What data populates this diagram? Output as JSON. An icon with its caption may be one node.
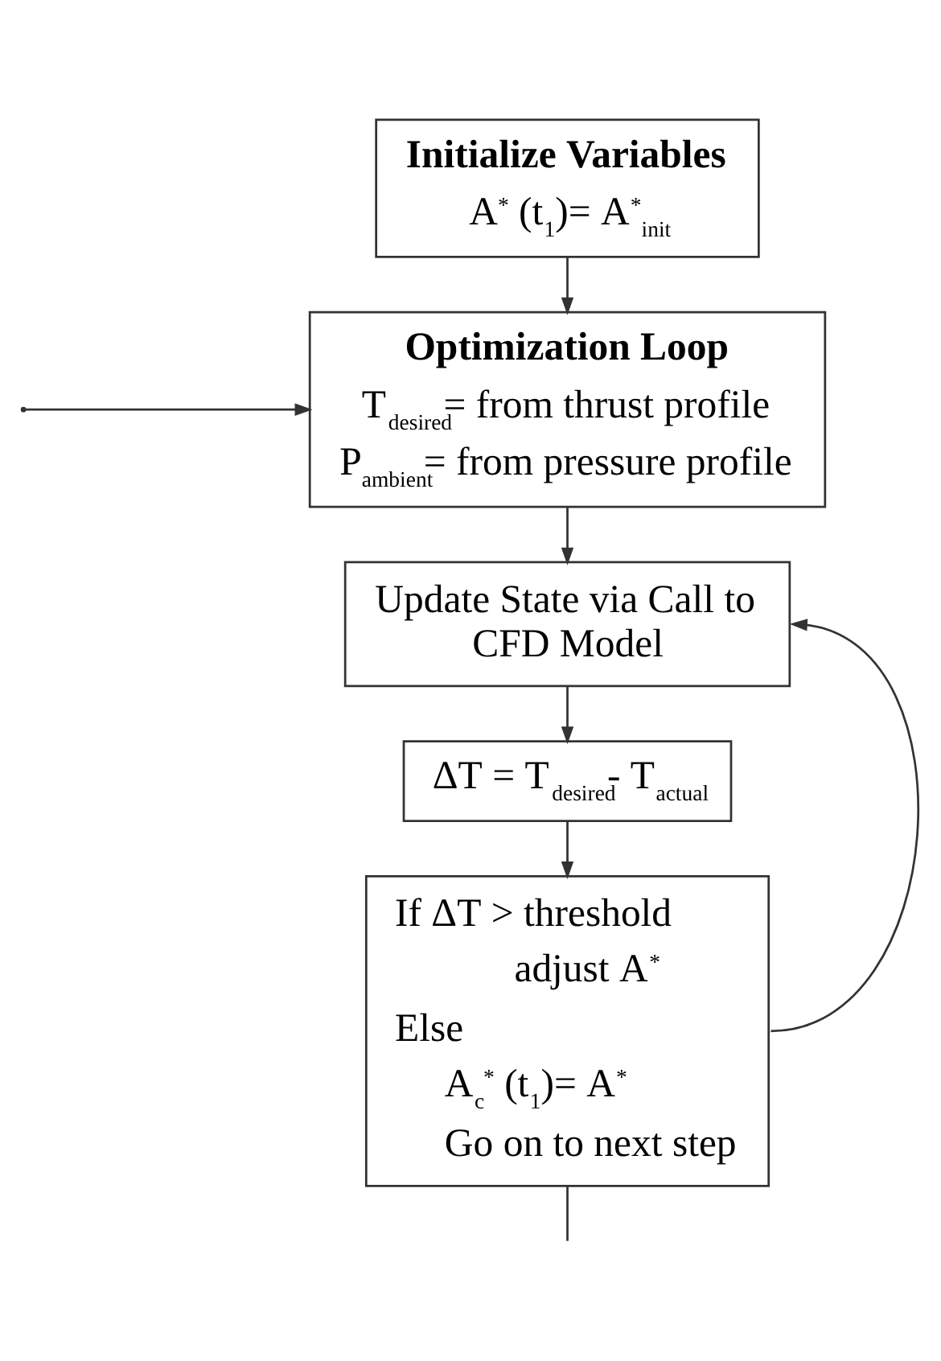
{
  "diagram": {
    "nodes": [
      {
        "text": [
          "Initialize Variables",
          "A$^{*}$ (t$_{1}$)= A$^{*}$$_{init}$"
        ]
      },
      {
        "text": [
          "Optimization Loop",
          "T$_{desired}$= from thrust profile",
          "P$_{ambient}$= from pressure profile"
        ]
      },
      {
        "text": [
          "Update State via Call to CFD Model"
        ]
      },
      {
        "text": [
          "ΔT = T$_{desired}$- T$_{actual}$"
        ]
      },
      {
        "text": [
          "If ΔT > threshold",
          "adjust A$^{*}$",
          "Else",
          "A$_{c}$$^{*}$ (t$_{1}$)= A$^{*}$",
          "Go on to next step"
        ]
      }
    ],
    "edges": [
      {
        "from": 0,
        "to": 1,
        "arrow": "to"
      },
      {
        "from": 1,
        "to": 2,
        "arrow": "to"
      },
      {
        "from": 2,
        "to": 3,
        "arrow": "to"
      },
      {
        "from": 3,
        "to": 4,
        "arrow": "to"
      },
      {
        "from": 4,
        "to": 2,
        "arrow": "to"
      },
      {
        "from": 4,
        "to": null,
        "arrow": "none"
      },
      {
        "from": null,
        "to": 1,
        "arrow": "to"
      }
    ]
  }
}
